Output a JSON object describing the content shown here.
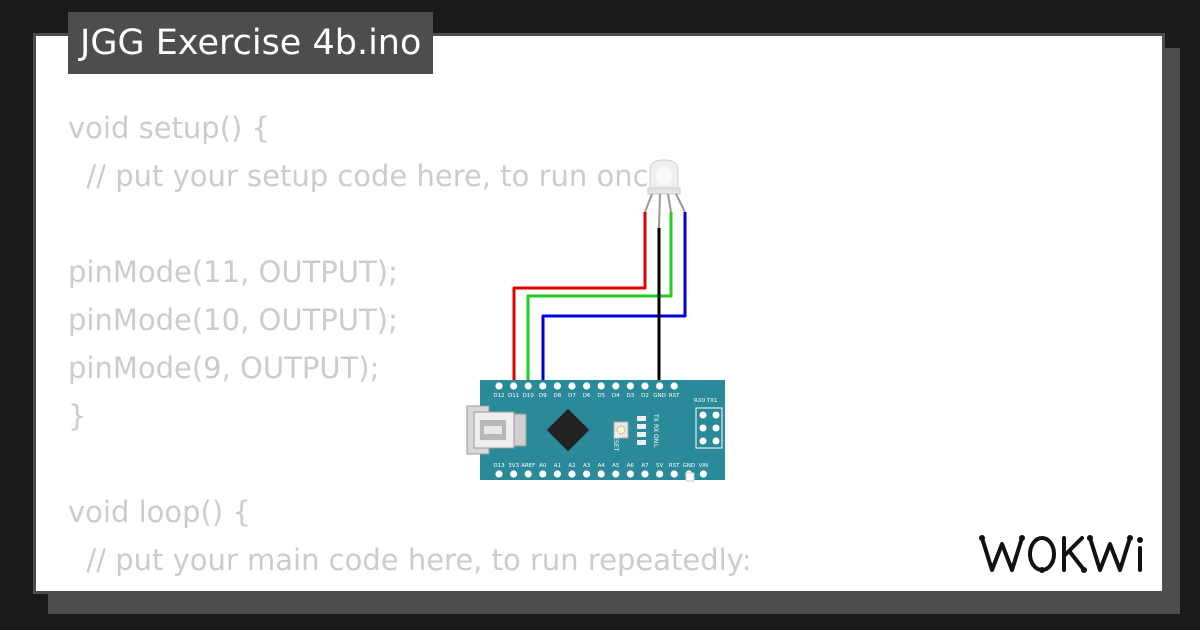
{
  "window": {
    "title": "JGG Exercise 4b.ino"
  },
  "code_lines": [
    "void setup() {",
    "  // put your setup code here, to run once:",
    "",
    "pinMode(11, OUTPUT);",
    "pinMode(10, OUTPUT);",
    "pinMode(9, OUTPUT);",
    "}",
    "",
    "void loop() {",
    "  // put your main code here, to run repeatedly:"
  ],
  "board": {
    "top_pins": [
      "D12",
      "D11",
      "D10",
      "D9",
      "D8",
      "D7",
      "D6",
      "D5",
      "D4",
      "D3",
      "D2",
      "GND",
      "RST",
      "RX0",
      "TX1"
    ],
    "bottom_pins": [
      "D13",
      "3V3",
      "AREF",
      "A0",
      "A1",
      "A2",
      "A3",
      "A4",
      "A5",
      "A6",
      "A7",
      "5V",
      "RST",
      "GND",
      "VIN"
    ],
    "reset_label": "RESET",
    "leds": [
      "TX",
      "RX",
      "ON",
      "L"
    ]
  },
  "wires": [
    {
      "color": "#e00000",
      "to": "D11"
    },
    {
      "color": "#22cc22",
      "to": "D10"
    },
    {
      "color": "#0000dd",
      "to": "D9"
    },
    {
      "color": "#000000",
      "to": "GND"
    }
  ],
  "brand": {
    "logo": "WOKWi"
  },
  "colors": {
    "board": "#2a8a99",
    "frame": "#4d4d4d",
    "code_text": "#cccccc"
  }
}
